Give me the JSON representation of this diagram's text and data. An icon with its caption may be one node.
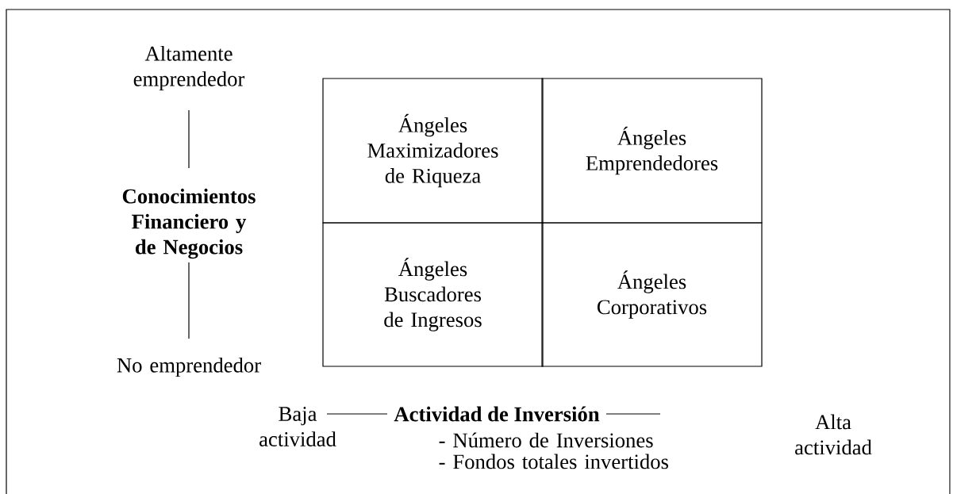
{
  "diagram": {
    "nodes": [
      {
        "text": [
          "Ángeles Maximizadores de Riqueza"
        ]
      },
      {
        "text": [
          "Ángeles Emprendedores"
        ]
      },
      {
        "text": [
          "Ángeles Buscadores de Ingresos"
        ]
      },
      {
        "text": [
          "Ángeles Corporativos"
        ]
      }
    ],
    "labels": [
      "Altamente emprendedor",
      "Conocimientos Financiero y de Negocios",
      "No emprendedor",
      "Baja actividad",
      "Actividad de Inversión",
      "- Número de Inversiones",
      "- Fondos totales invertidos",
      "Alta actividad"
    ]
  }
}
